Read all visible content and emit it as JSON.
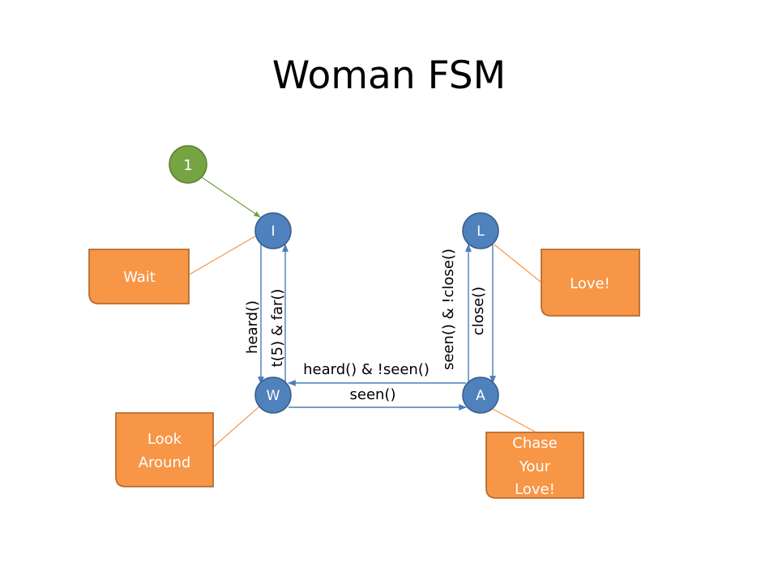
{
  "slide": {
    "title": "Woman FSM"
  },
  "colors": {
    "state_fill": "#4F81BD",
    "state_stroke": "#385D8A",
    "start_fill": "#77A443",
    "start_stroke": "#5C7F30",
    "action_fill": "#F79646",
    "action_stroke": "#B66D31",
    "arrow_blue": "#4A7EBB",
    "link_orange": "#F79646",
    "arrow_green": "#71A33A"
  },
  "states": {
    "start": "1",
    "idle": "I",
    "love": "L",
    "watch": "W",
    "approach": "A"
  },
  "actions": {
    "wait": "Wait",
    "love": "Love!",
    "look_around": [
      "Look",
      "Around"
    ],
    "chase": [
      "Chase",
      "Your",
      "Love!"
    ]
  },
  "transitions": {
    "i_to_w": "heard()",
    "w_to_i": "t(5) & far()",
    "a_to_l": "seen() & !close()",
    "l_to_a": "close()",
    "a_to_w": "heard() & !seen()",
    "w_to_a": "seen()"
  }
}
